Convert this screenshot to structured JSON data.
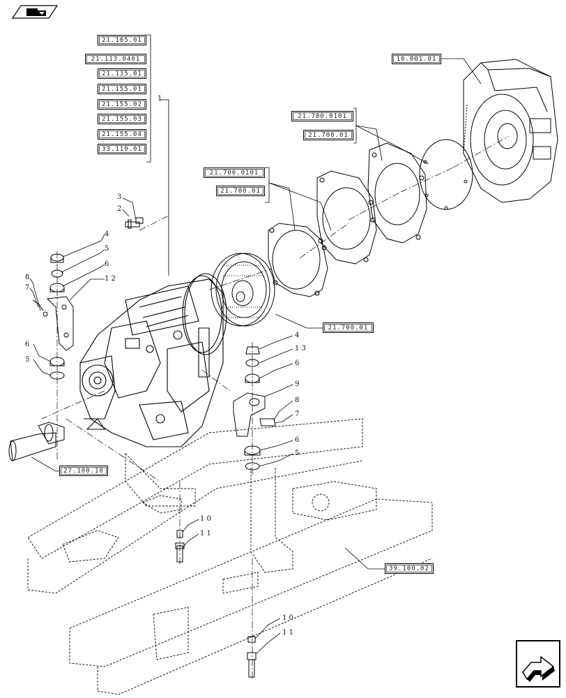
{
  "refs": {
    "r21_105_01": "21.105.01",
    "r21_113_0401": "21.113.0401",
    "r21_135_01": "21.135.01",
    "r21_155_01": "21.155.01",
    "r21_155_02": "21.155.02",
    "r21_155_03": "21.155.03",
    "r21_155_04": "21.155.04",
    "r33_110_01": "33.110.01",
    "r10_001_01": "10.001.01",
    "r21_700_0101_top": "21.700.0101",
    "r21_700_01_top": "21.700.01",
    "r21_700_0101_mid": "21.700.0101",
    "r21_700_01_mid": "21.700.01",
    "r21_700_01_conv": "21.700.01",
    "r27_100_10": "27.100.10",
    "r39_100_02": "39.100.02"
  },
  "callouts": {
    "c1": "1",
    "c2": "2",
    "c3": "3",
    "c4a": "4",
    "c5a": "5",
    "c6a": "6",
    "c12": "1 2",
    "c8a": "8",
    "c7a": "7",
    "c6b": "6",
    "c5b": "5",
    "c4b": "4",
    "c13": "1 3",
    "c6c": "6",
    "c9": "9",
    "c8b": "8",
    "c7b": "7",
    "c6d": "6",
    "c5c": "5",
    "c10a": "1 0",
    "c11a": "1 1",
    "c10b": "1 0",
    "c11b": "1 1"
  },
  "colors": {
    "line": "#000000",
    "paper": "#ffffff"
  },
  "icons": {
    "top_left": "folder-back-icon",
    "bottom_right": "next-page-icon"
  }
}
